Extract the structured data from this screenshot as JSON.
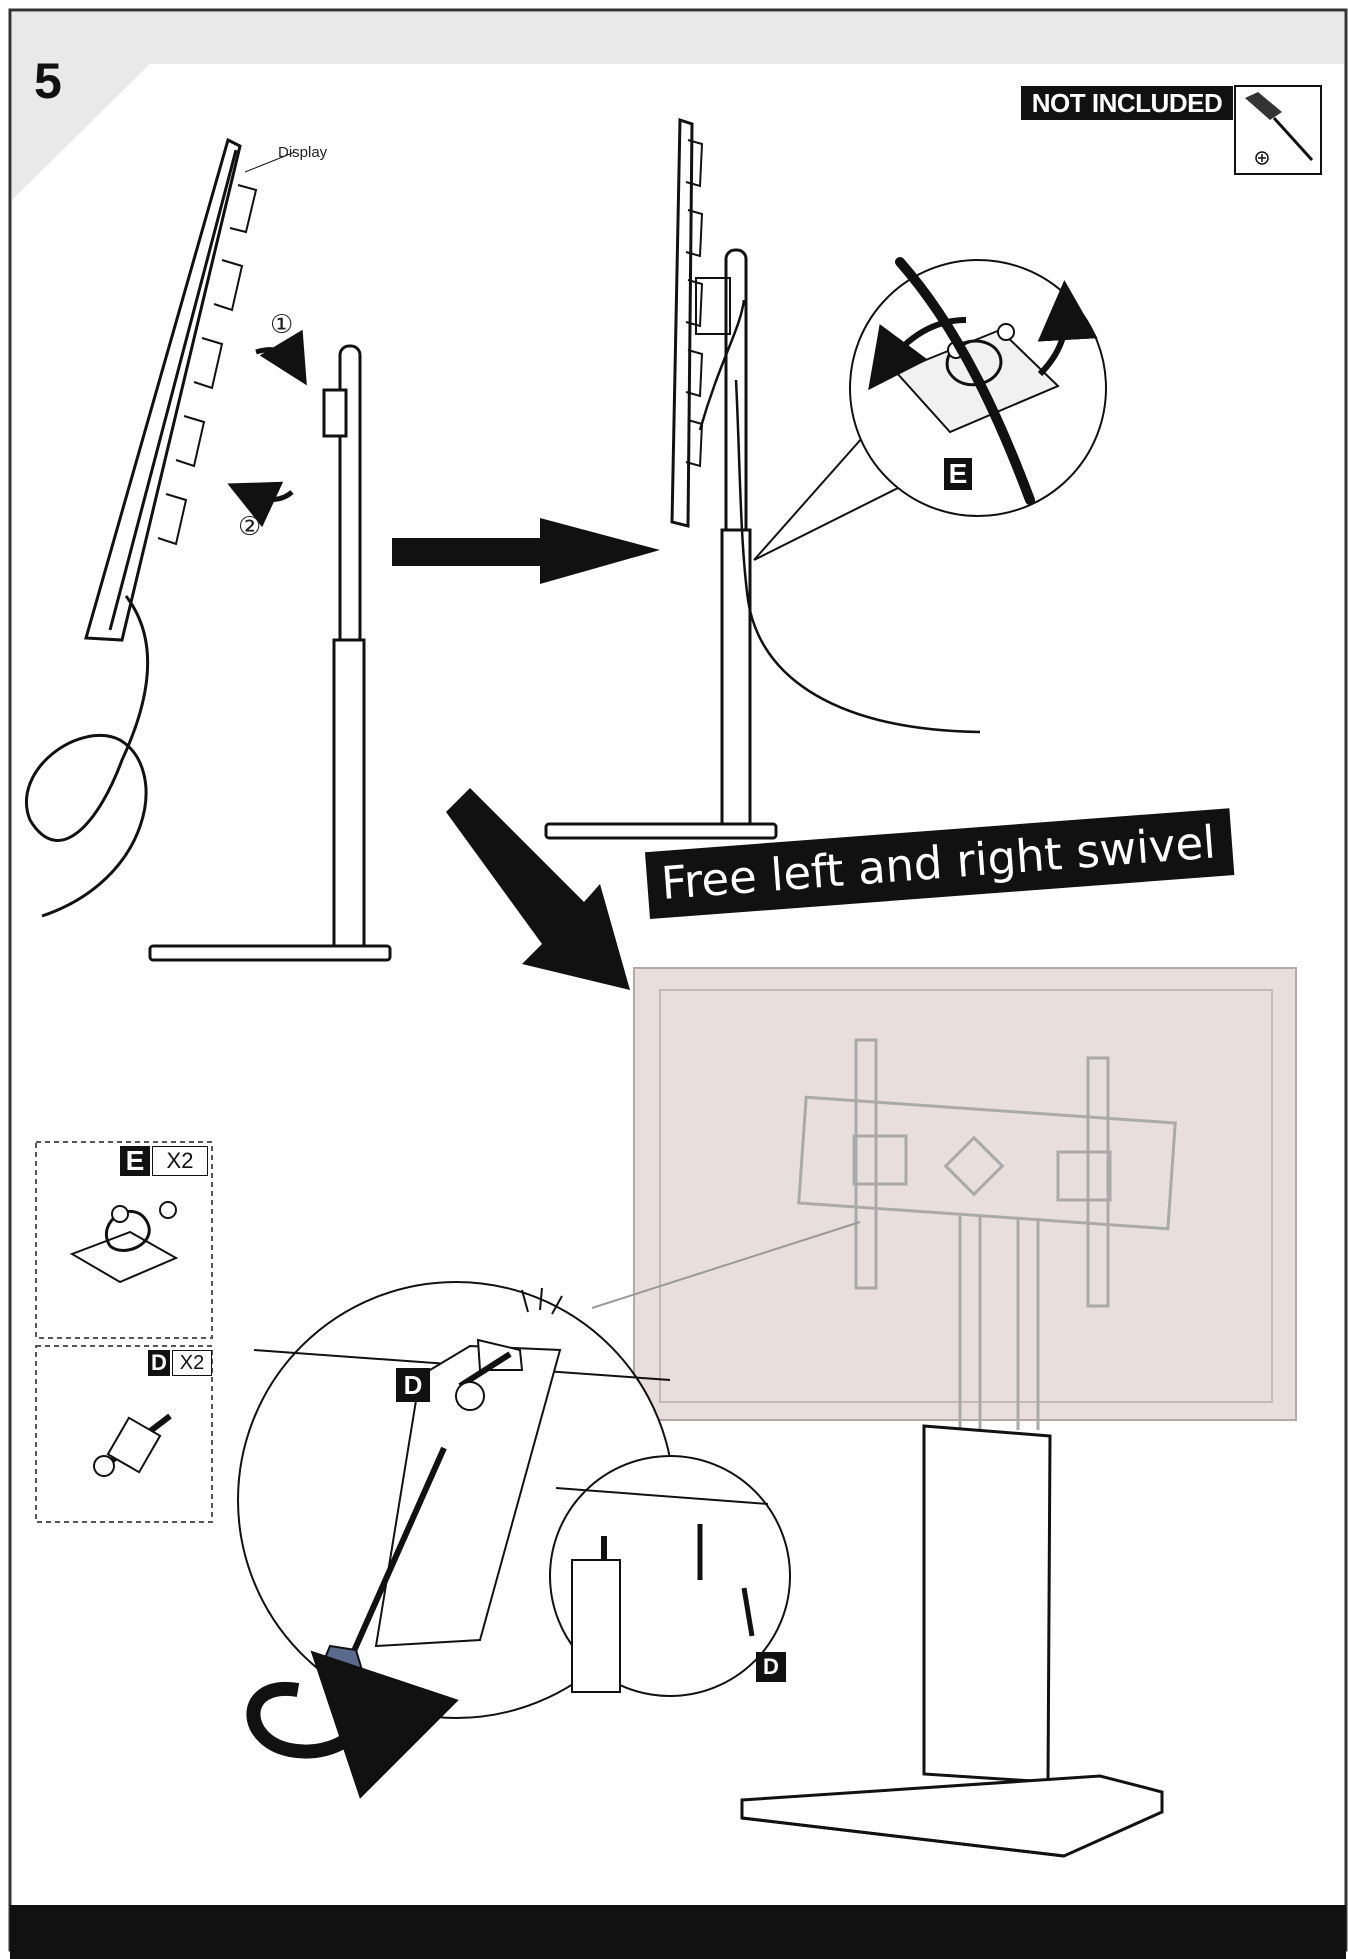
{
  "step": {
    "number": "5"
  },
  "tools": {
    "not_included_label": "NOT INCLUDED",
    "tool_icon": "phillips-screwdriver-icon"
  },
  "callouts": {
    "display_label": "Display",
    "marker_1": "①",
    "marker_2": "②"
  },
  "banner": {
    "text": "Free left and right swivel"
  },
  "parts": {
    "e": {
      "letter": "E",
      "qty": "X2"
    },
    "d": {
      "letter": "D",
      "qty": "X2"
    }
  },
  "colors": {
    "ink": "#111111",
    "panel_shade": "#e8dedb",
    "screwdriver_grip": "#5a6a8c"
  }
}
